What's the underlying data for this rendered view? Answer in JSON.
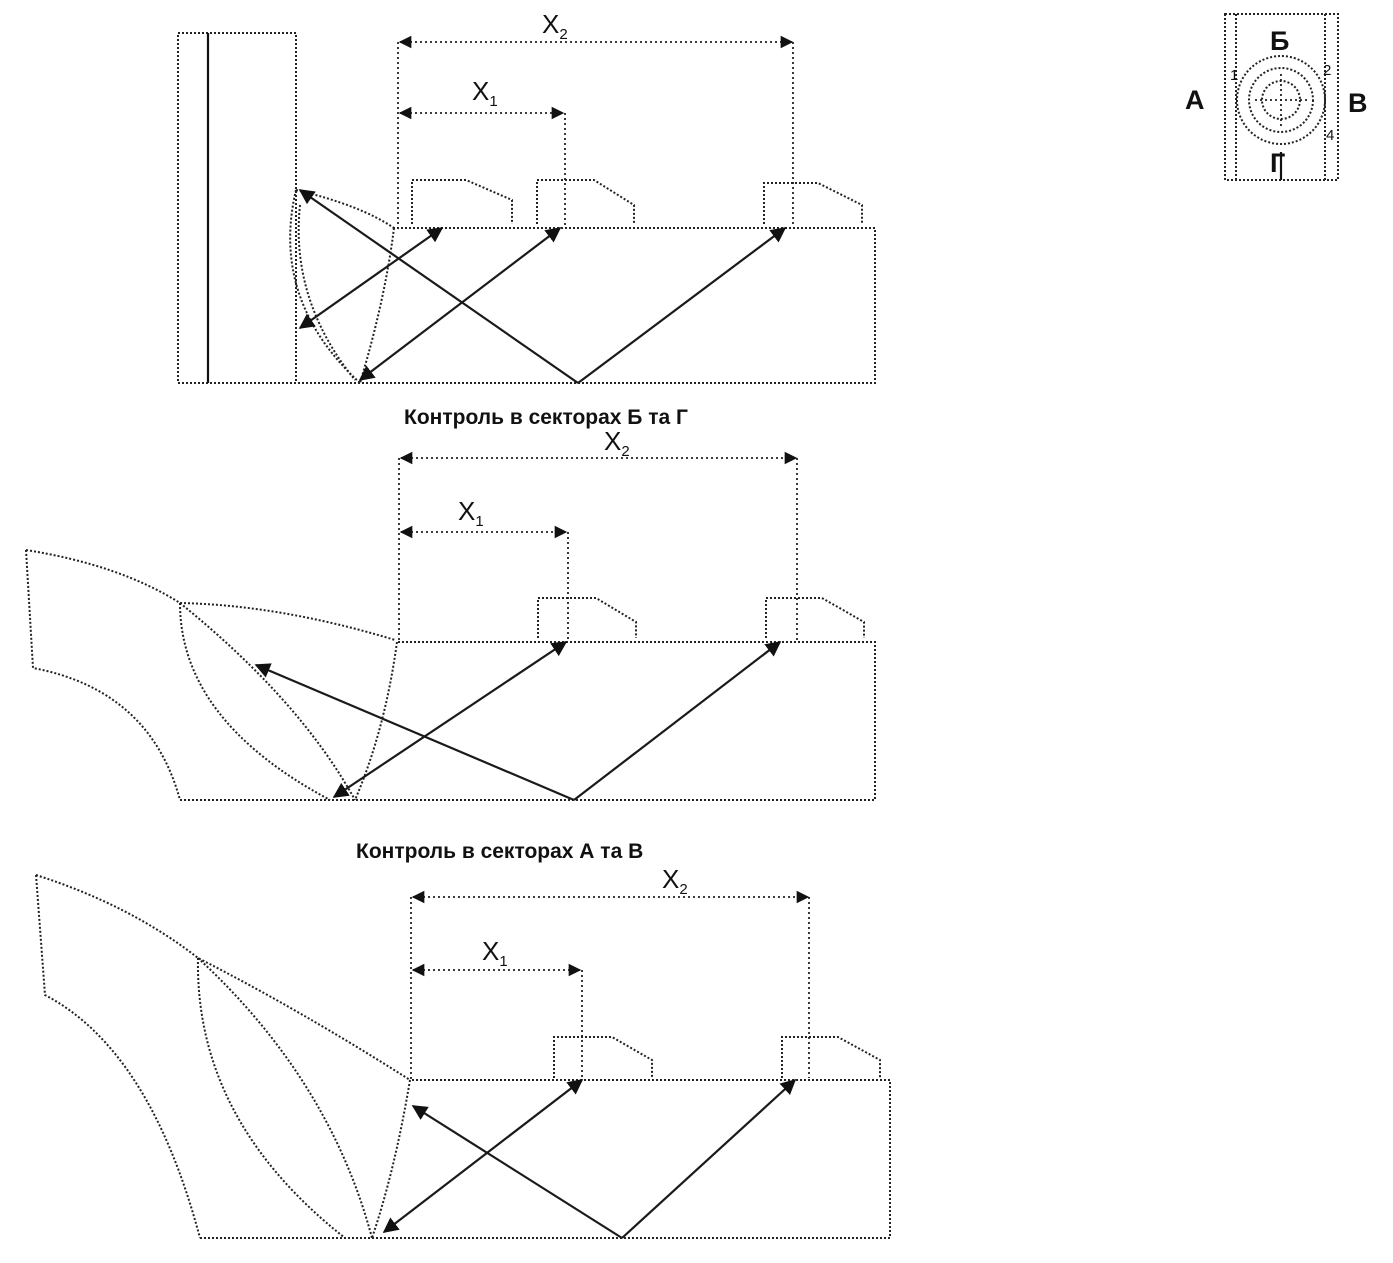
{
  "labels": {
    "x1_main": "X",
    "x1_sub": "1",
    "x2_main": "X",
    "x2_sub": "2"
  },
  "captions": {
    "sectors_b_g": "Контроль в секторах Б та Г",
    "sectors_a_v": "Контроль в секторах А та В"
  },
  "sector_key": {
    "top": "Б",
    "left": "А",
    "right": "В",
    "bottom": "Г",
    "num_1": "1",
    "num_2": "2",
    "num_4": "4"
  }
}
